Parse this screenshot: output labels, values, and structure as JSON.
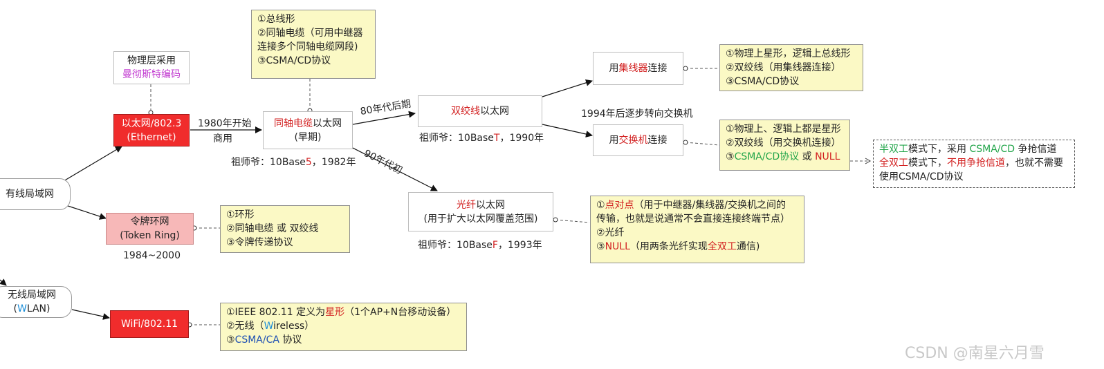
{
  "nodes": {
    "phys_layer": {
      "l1": "物理层采用",
      "l2": "曼彻斯特编码"
    },
    "ethernet": {
      "l1": "以太网/802.3",
      "l2": "(Ethernet)"
    },
    "wired_lan": {
      "l1": "有线局域网"
    },
    "token_ring": {
      "l1": "令牌环网",
      "l2": "(Token Ring)"
    },
    "wlan": {
      "l1": "无线局域网",
      "l2a": "(",
      "l2b": "W",
      "l2c": "LAN)"
    },
    "wifi": {
      "l1": "WiFi/802.11"
    },
    "coax": {
      "l1a": "同轴电缆",
      "l1b": "以太网",
      "l2": "(早期)"
    },
    "twisted": {
      "l1a": "双绞线",
      "l1b": "以太网"
    },
    "fiber": {
      "l1a": "光纤",
      "l1b": "以太网",
      "l2": "(用于扩大以太网覆盖范围)"
    },
    "hub": {
      "a": "用",
      "b": "集线器",
      "c": "连接"
    },
    "switch": {
      "a": "用",
      "b": "交换机",
      "c": "连接"
    }
  },
  "labels": {
    "year_1980a": "1980年开始",
    "year_1980b": "商用",
    "coax_origin_a": "祖师爷：10Base",
    "coax_origin_b": "5",
    "coax_origin_c": "，1982年",
    "late_80s": "80年代后期",
    "early_90s": "90年代初",
    "twisted_origin_a": "祖师爷：10Base",
    "twisted_origin_b": "T",
    "twisted_origin_c": "，1990年",
    "switch_shift": "1994年后逐步转向交换机",
    "fiber_origin_a": "祖师爷：10Base",
    "fiber_origin_b": "F",
    "fiber_origin_c": "，1993年",
    "token_years": "1984~2000",
    "watermark": "CSDN @南星六月雪"
  },
  "notes": {
    "coax": {
      "l1": "①总线形",
      "l2": "②同轴电缆（可用中继器",
      "l3": "连接多个同轴电缆网段)",
      "l4": "③CSMA/CD协议"
    },
    "hub": {
      "l1": "①物理上星形，逻辑上总线形",
      "l2": "②双绞线（用集线器连接）",
      "l3": "③CSMA/CD协议"
    },
    "switch": {
      "l1": "①物理上、逻辑上都是星形",
      "l2": "②双绞线（用交换机连接）",
      "l3a": "③",
      "l3b": "CSMA/CD协议",
      "l3c": " 或 ",
      "l3d": "NULL"
    },
    "duplex": {
      "l1a": "半双工",
      "l1b": "模式下，采用 ",
      "l1c": "CSMA/CD",
      "l1d": " 争抢信道",
      "l2a": "全双工",
      "l2b": "模式下，",
      "l2c": "不用争抢信道",
      "l2d": "，也就不需要",
      "l3": "使用CSMA/CD协议"
    },
    "token": {
      "l1": "①环形",
      "l2": "②同轴电缆 或 双绞线",
      "l3": "③令牌传递协议"
    },
    "fiber": {
      "l1a": "①",
      "l1b": "点对点",
      "l1c": "（用于中继器/集线器/交换机之间的",
      "l2": "传输，也就是说通常不会直接连接终端节点）",
      "l3": "②光纤",
      "l4a": "③",
      "l4b": "NULL",
      "l4c": "（用两条光纤实现",
      "l4d": "全双工",
      "l4e": "通信)"
    },
    "wifi": {
      "l1a": "①IEEE 802.11 定义为",
      "l1b": "星形",
      "l1c": "（1个AP+N台移动设备）",
      "l2a": "②无线（",
      "l2b": "W",
      "l2c": "ireless）",
      "l3a": "③",
      "l3b": "CSMA/CA",
      "l3c": " 协议"
    }
  },
  "colors": {
    "red_node": "#f02c2c",
    "pink_node": "#f7b8b8",
    "note_bg": "#fbf9c5",
    "highlight_red": "#d21f1f",
    "highlight_green": "#22a54a",
    "highlight_magenta": "#c23bd1",
    "highlight_blue": "#1c8ed8"
  }
}
